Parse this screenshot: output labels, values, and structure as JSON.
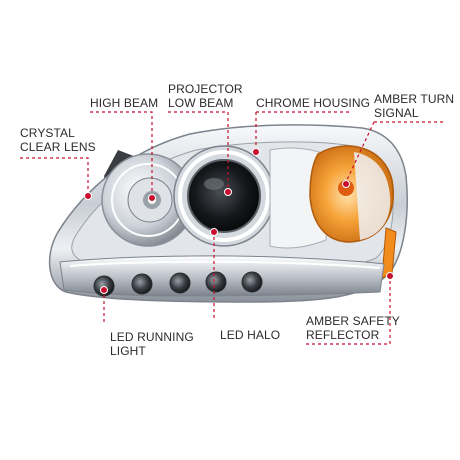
{
  "labels": {
    "crystal_clear_lens": [
      "CRYSTAL",
      "CLEAR LENS"
    ],
    "high_beam": [
      "HIGH BEAM"
    ],
    "projector_low_beam": [
      "PROJECTOR",
      "LOW BEAM"
    ],
    "chrome_housing": [
      "CHROME HOUSING"
    ],
    "amber_turn_signal": [
      "AMBER TURN",
      "SIGNAL"
    ],
    "led_running_light": [
      "LED RUNNING",
      "LIGHT"
    ],
    "led_halo": [
      "LED HALO"
    ],
    "amber_safety_reflector": [
      "AMBER SAFETY",
      "REFLECTOR"
    ]
  },
  "colors": {
    "callout_text": "#2b2b2b",
    "leader_line": "#c8102e",
    "chrome_light": "#eef1f4",
    "chrome_dark": "#8a9099",
    "amber": "#f28c1c",
    "housing_dark": "#3a3d42"
  }
}
